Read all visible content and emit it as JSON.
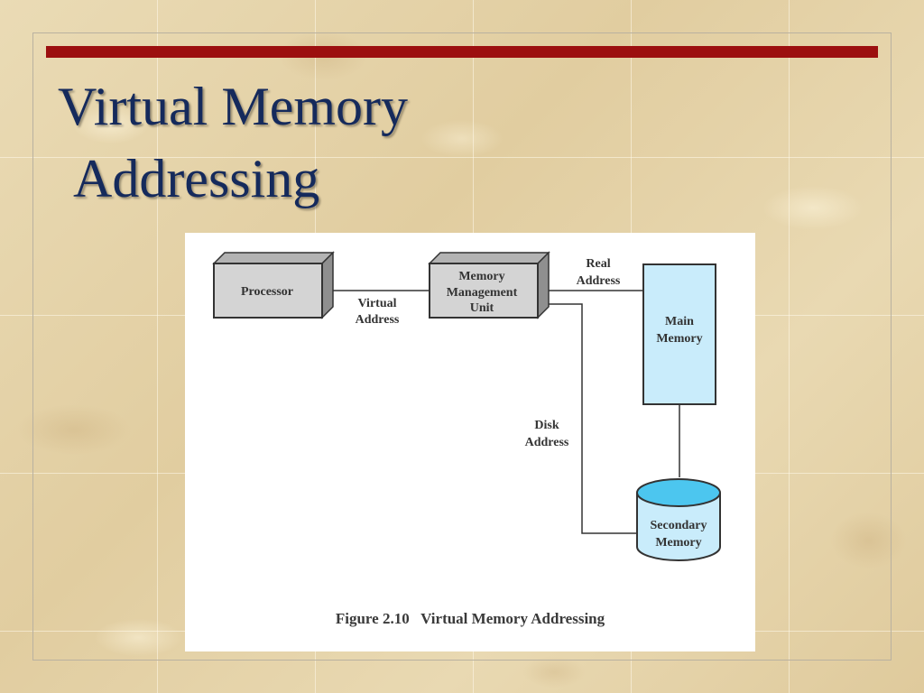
{
  "slide": {
    "title_line1": "Virtual Memory",
    "title_line2": "Addressing"
  },
  "diagram": {
    "processor_label": "Processor",
    "mmu_label_lines": [
      "Memory",
      "Management",
      "Unit"
    ],
    "main_memory_label_lines": [
      "Main",
      "Memory"
    ],
    "secondary_memory_label_lines": [
      "Secondary",
      "Memory"
    ],
    "virtual_address_label_lines": [
      "Virtual",
      "Address"
    ],
    "real_address_label_lines": [
      "Real",
      "Address"
    ],
    "disk_address_label_lines": [
      "Disk",
      "Address"
    ],
    "caption": "Figure 2.10   Virtual Memory Addressing"
  },
  "colors": {
    "title_text": "#152a5c",
    "accent_bar": "#9c0f0f",
    "box_gray": "#d4d4d4",
    "main_memory_fill": "#c9ecfb",
    "disk_top_fill": "#4cc6ef"
  }
}
